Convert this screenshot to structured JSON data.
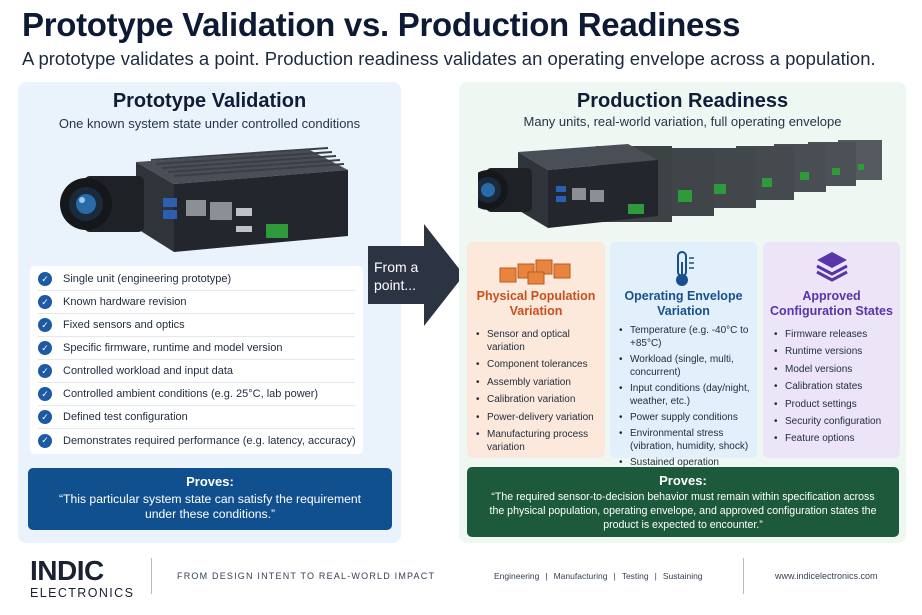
{
  "header": {
    "title": "Prototype Validation vs. Production Readiness",
    "subtitle": "A prototype validates a point. Production readiness validates an operating envelope across a population."
  },
  "left": {
    "title": "Prototype Validation",
    "subtitle": "One known system state under controlled conditions",
    "checklist": [
      "Single unit (engineering prototype)",
      "Known hardware revision",
      "Fixed sensors and optics",
      "Specific firmware, runtime and model version",
      "Controlled workload and input data",
      "Controlled ambient conditions (e.g. 25°C, lab power)",
      "Defined test configuration",
      "Demonstrates required performance (e.g. latency, accuracy)"
    ],
    "proves_heading": "Proves:",
    "proves_text": "“This particular system state can satisfy the requirement under these conditions.”"
  },
  "arrow": {
    "label": "From a point..."
  },
  "right": {
    "title": "Production Readiness",
    "subtitle": "Many units, real-world variation, full operating envelope",
    "cards": [
      {
        "heading": "Physical Population Variation",
        "items": [
          "Sensor and optical variation",
          "Component tolerances",
          "Assembly variation",
          "Calibration variation",
          "Power-delivery variation",
          "Manufacturing process variation"
        ]
      },
      {
        "heading": "Operating Envelope Variation",
        "items": [
          "Temperature (e.g. -40°C to +85°C)",
          "Workload (single, multi, concurrent)",
          "Input conditions (day/night, weather, etc.)",
          "Power supply conditions",
          "Environmental stress (vibration, humidity, shock)",
          "Sustained operation"
        ]
      },
      {
        "heading": "Approved Configuration States",
        "items": [
          "Firmware releases",
          "Runtime versions",
          "Model versions",
          "Calibration states",
          "Product settings",
          "Security configuration",
          "Feature options"
        ]
      }
    ],
    "proves_heading": "Proves:",
    "proves_text": "“The required sensor-to-decision behavior must remain within specification across the physical population, operating envelope, and approved configuration states the product is expected to encounter.”"
  },
  "footer": {
    "logo_main": "INDIC",
    "logo_sub": "ELECTRONICS",
    "tagline": "FROM DESIGN INTENT TO REAL-WORLD IMPACT",
    "links": [
      "Engineering",
      "Manufacturing",
      "Testing",
      "Sustaining"
    ],
    "separator": "|",
    "website": "www.indicelectronics.com"
  },
  "icons": {
    "card1": "boxes-icon",
    "card2": "thermometer-icon",
    "card3": "layers-icon",
    "check": "check-icon",
    "device": "camera-device-icon"
  },
  "colors": {
    "navy": "#11508f",
    "green": "#1d5a3c",
    "orange": "#c8501e",
    "blue": "#1a4f8f",
    "purple": "#5a34a8",
    "check": "#1d5aa3"
  }
}
